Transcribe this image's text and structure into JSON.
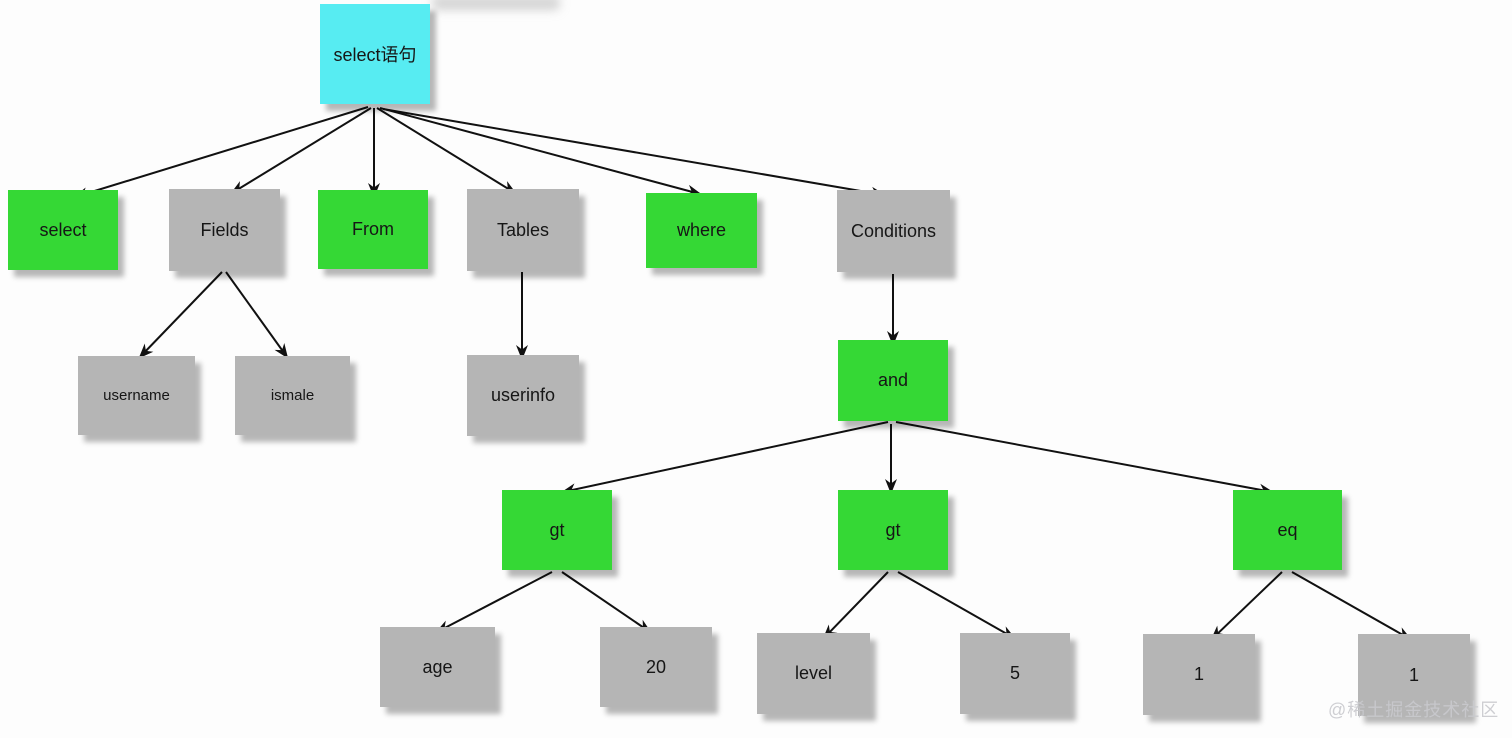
{
  "diagram": {
    "description": "Tree diagram of a SQL select statement AST",
    "colors": {
      "cyan": "#57ecf2",
      "green": "#35d835",
      "gray": "#b5b5b5",
      "line": "#111111"
    },
    "nodes": [
      {
        "id": "root",
        "label": "select语句",
        "color": "cyan"
      },
      {
        "id": "select",
        "label": "select",
        "color": "green"
      },
      {
        "id": "fields",
        "label": "Fields",
        "color": "gray"
      },
      {
        "id": "from",
        "label": "From",
        "color": "green"
      },
      {
        "id": "tables",
        "label": "Tables",
        "color": "gray"
      },
      {
        "id": "where",
        "label": "where",
        "color": "green"
      },
      {
        "id": "conditions",
        "label": "Conditions",
        "color": "gray"
      },
      {
        "id": "username",
        "label": "username",
        "color": "gray"
      },
      {
        "id": "ismale",
        "label": "ismale",
        "color": "gray"
      },
      {
        "id": "userinfo",
        "label": "userinfo",
        "color": "gray"
      },
      {
        "id": "and",
        "label": "and",
        "color": "green"
      },
      {
        "id": "gt1",
        "label": "gt",
        "color": "green"
      },
      {
        "id": "gt2",
        "label": "gt",
        "color": "green"
      },
      {
        "id": "eq",
        "label": "eq",
        "color": "green"
      },
      {
        "id": "age",
        "label": "age",
        "color": "gray"
      },
      {
        "id": "value20",
        "label": "20",
        "color": "gray"
      },
      {
        "id": "level",
        "label": "level",
        "color": "gray"
      },
      {
        "id": "value5",
        "label": "5",
        "color": "gray"
      },
      {
        "id": "value1a",
        "label": "1",
        "color": "gray"
      },
      {
        "id": "value1b",
        "label": "1",
        "color": "gray"
      }
    ],
    "edges": [
      {
        "from": "root",
        "to": "select"
      },
      {
        "from": "root",
        "to": "fields"
      },
      {
        "from": "root",
        "to": "from"
      },
      {
        "from": "root",
        "to": "tables"
      },
      {
        "from": "root",
        "to": "where"
      },
      {
        "from": "root",
        "to": "conditions"
      },
      {
        "from": "fields",
        "to": "username"
      },
      {
        "from": "fields",
        "to": "ismale"
      },
      {
        "from": "tables",
        "to": "userinfo"
      },
      {
        "from": "conditions",
        "to": "and"
      },
      {
        "from": "and",
        "to": "gt1"
      },
      {
        "from": "and",
        "to": "gt2"
      },
      {
        "from": "and",
        "to": "eq"
      },
      {
        "from": "gt1",
        "to": "age"
      },
      {
        "from": "gt1",
        "to": "value20"
      },
      {
        "from": "gt2",
        "to": "level"
      },
      {
        "from": "gt2",
        "to": "value5"
      },
      {
        "from": "eq",
        "to": "value1a"
      },
      {
        "from": "eq",
        "to": "value1b"
      }
    ]
  },
  "watermark": {
    "text": "@稀土掘金技术社区",
    "color": "#c9cace"
  }
}
